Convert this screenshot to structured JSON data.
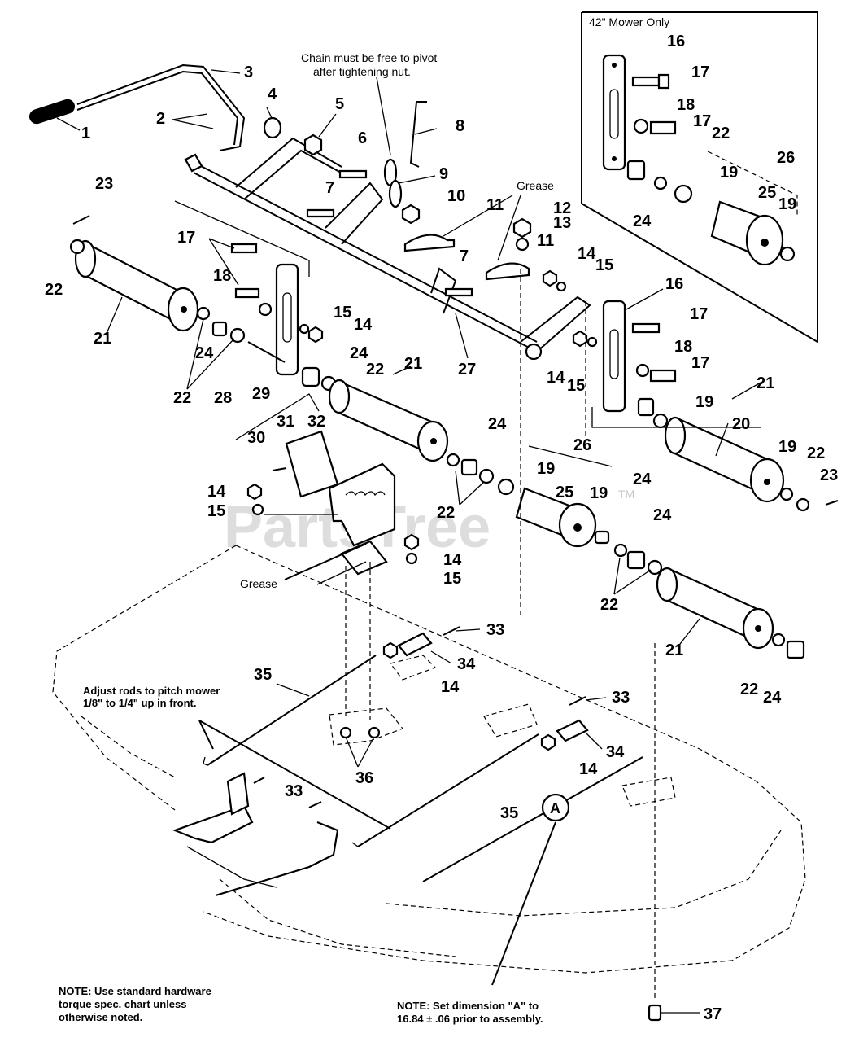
{
  "inset": {
    "title": "42\" Mower Only"
  },
  "notes": {
    "chain": [
      "Chain must be free to pivot",
      "after tightening nut."
    ],
    "grease_top": "Grease",
    "grease_mid": "Grease",
    "adjust": [
      "Adjust rods to pitch mower",
      "1/8\" to 1/4\" up in front."
    ],
    "hardware": [
      "NOTE: Use standard hardware",
      "torque spec. chart unless",
      "otherwise noted."
    ],
    "dimension": [
      "NOTE: Set dimension \"A\" to",
      "16.84 ± .06 prior to assembly."
    ],
    "dimension_marker": "A"
  },
  "watermark": {
    "text": "PartsTree",
    "tm": "TM"
  },
  "callouts": [
    {
      "n": "1"
    },
    {
      "n": "2"
    },
    {
      "n": "3"
    },
    {
      "n": "4"
    },
    {
      "n": "5"
    },
    {
      "n": "6"
    },
    {
      "n": "7"
    },
    {
      "n": "7"
    },
    {
      "n": "8"
    },
    {
      "n": "9"
    },
    {
      "n": "10"
    },
    {
      "n": "11"
    },
    {
      "n": "11"
    },
    {
      "n": "12"
    },
    {
      "n": "13"
    },
    {
      "n": "14"
    },
    {
      "n": "15"
    },
    {
      "n": "14"
    },
    {
      "n": "15"
    },
    {
      "n": "14"
    },
    {
      "n": "15"
    },
    {
      "n": "14"
    },
    {
      "n": "15"
    },
    {
      "n": "14"
    },
    {
      "n": "15"
    },
    {
      "n": "14"
    },
    {
      "n": "14"
    },
    {
      "n": "16"
    },
    {
      "n": "17"
    },
    {
      "n": "18"
    },
    {
      "n": "17"
    },
    {
      "n": "22"
    },
    {
      "n": "26"
    },
    {
      "n": "19"
    },
    {
      "n": "25"
    },
    {
      "n": "19"
    },
    {
      "n": "24"
    },
    {
      "n": "23"
    },
    {
      "n": "22"
    },
    {
      "n": "17"
    },
    {
      "n": "18"
    },
    {
      "n": "21"
    },
    {
      "n": "22"
    },
    {
      "n": "24"
    },
    {
      "n": "28"
    },
    {
      "n": "24"
    },
    {
      "n": "22"
    },
    {
      "n": "21"
    },
    {
      "n": "27"
    },
    {
      "n": "16"
    },
    {
      "n": "17"
    },
    {
      "n": "18"
    },
    {
      "n": "17"
    },
    {
      "n": "21"
    },
    {
      "n": "19"
    },
    {
      "n": "20"
    },
    {
      "n": "24"
    },
    {
      "n": "19"
    },
    {
      "n": "22"
    },
    {
      "n": "23"
    },
    {
      "n": "29"
    },
    {
      "n": "31"
    },
    {
      "n": "32"
    },
    {
      "n": "30"
    },
    {
      "n": "24"
    },
    {
      "n": "22"
    },
    {
      "n": "26"
    },
    {
      "n": "19"
    },
    {
      "n": "25"
    },
    {
      "n": "19"
    },
    {
      "n": "24"
    },
    {
      "n": "22"
    },
    {
      "n": "21"
    },
    {
      "n": "22"
    },
    {
      "n": "24"
    },
    {
      "n": "33"
    },
    {
      "n": "34"
    },
    {
      "n": "35"
    },
    {
      "n": "33"
    },
    {
      "n": "34"
    },
    {
      "n": "36"
    },
    {
      "n": "33"
    },
    {
      "n": "35"
    },
    {
      "n": "37"
    }
  ]
}
